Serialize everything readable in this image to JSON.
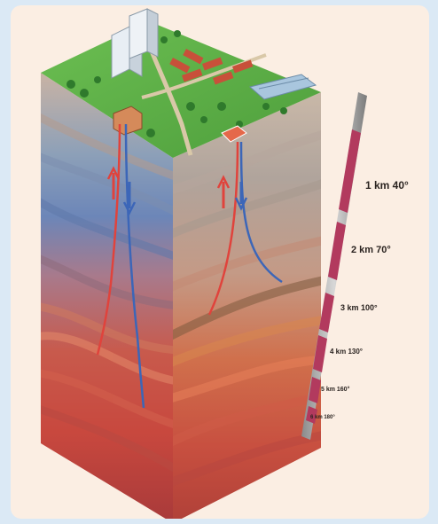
{
  "depth_scale": {
    "markers": [
      {
        "label": "1 km 40°"
      },
      {
        "label": "2 km 70°"
      },
      {
        "label": "3 km 100°"
      },
      {
        "label": "4 km 130°"
      },
      {
        "label": "5 km 160°"
      },
      {
        "label": "6 km 180°"
      }
    ]
  },
  "colors": {
    "background": "#dbe9f5",
    "card": "#fbeee3",
    "grass": "#5fb24a",
    "hot_pipe": "#e0433c",
    "cold_pipe": "#3c66b8",
    "scale_band": "#b23a5e"
  },
  "icons": [
    "building-icon",
    "greenhouse-icon",
    "house-icon",
    "tree-icon"
  ]
}
